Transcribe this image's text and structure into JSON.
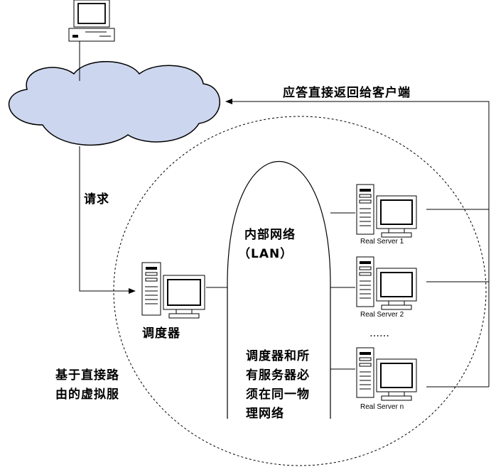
{
  "labels": {
    "response": "应答直接返回给客户端",
    "request": "请求",
    "internal_net_line1": "内部网络",
    "internal_net_line2": "（LAN）",
    "scheduler": "调度器",
    "dr_caption_line1": "基于直接路",
    "dr_caption_line2": "由的虚拟服",
    "requirement_line1": "调度器和所",
    "requirement_line2": "有服务器必",
    "requirement_line3": "须在同一物",
    "requirement_line4": "理网络",
    "ellipsis": "……"
  },
  "servers": [
    {
      "label": "Real Server 1"
    },
    {
      "label": "Real Server 2"
    },
    {
      "label": "Real Server n"
    }
  ],
  "colors": {
    "stroke": "#000000",
    "cloud_fill": "#ccd6ee",
    "screen_fill": "#ffffff",
    "tower_fill": "#ffffff"
  },
  "icons": [
    "cloud-icon",
    "client-computer-icon",
    "server-computer-icon",
    "arrow-icon"
  ]
}
